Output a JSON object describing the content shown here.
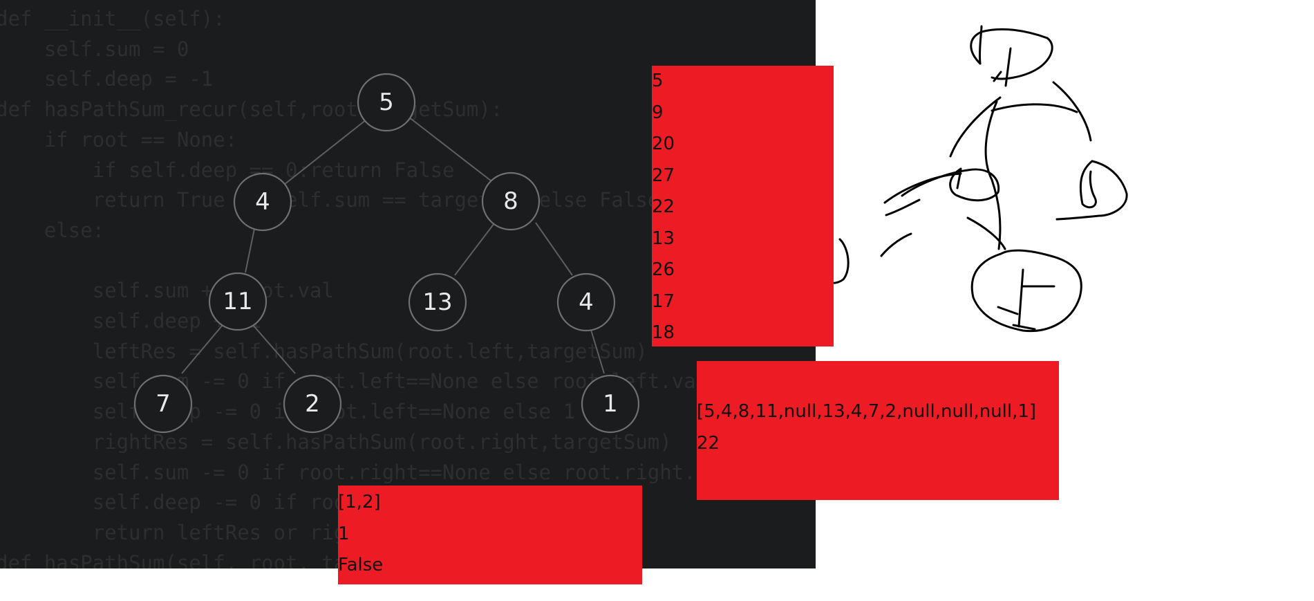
{
  "code_lines": [
    "def __init__(self):",
    "    self.sum = 0",
    "    self.deep = -1",
    "def hasPathSum_recur(self,root,targetSum):",
    "    if root == None:",
    "        if self.deep == 0:return False",
    "        return True if self.sum == targetSum else False",
    "    else:",
    "",
    "        self.sum += root.val",
    "        self.deep += 1",
    "        leftRes = self.hasPathSum(root.left,targetSum)",
    "        self.sum -= 0 if root.left==None else root.left.val",
    "        self.deep -= 0 if root.left==None else 1",
    "        rightRes = self.hasPathSum(root.right,targetSum)",
    "        self.sum -= 0 if root.right==None else root.right.val",
    "        self.deep -= 0 if root.right==None else 1",
    "        return leftRes or rightRes",
    "def hasPathSum(self, root, targetSum):"
  ],
  "tree": {
    "nodes": [
      "5",
      "4",
      "8",
      "11",
      "13",
      "4",
      "7",
      "2",
      "1"
    ]
  },
  "sums_box": [
    "5",
    "9",
    "20",
    "27",
    "22",
    "13",
    "26",
    "17",
    "18"
  ],
  "input_box": [
    "[5,4,8,11,null,13,4,7,2,null,null,null,1]",
    "22"
  ],
  "output_box": [
    "[1,2]",
    "1",
    "False"
  ],
  "colors": {
    "panel": "#1b1c1d",
    "box": "#ed1c24",
    "node_stroke": "#6f7071"
  }
}
